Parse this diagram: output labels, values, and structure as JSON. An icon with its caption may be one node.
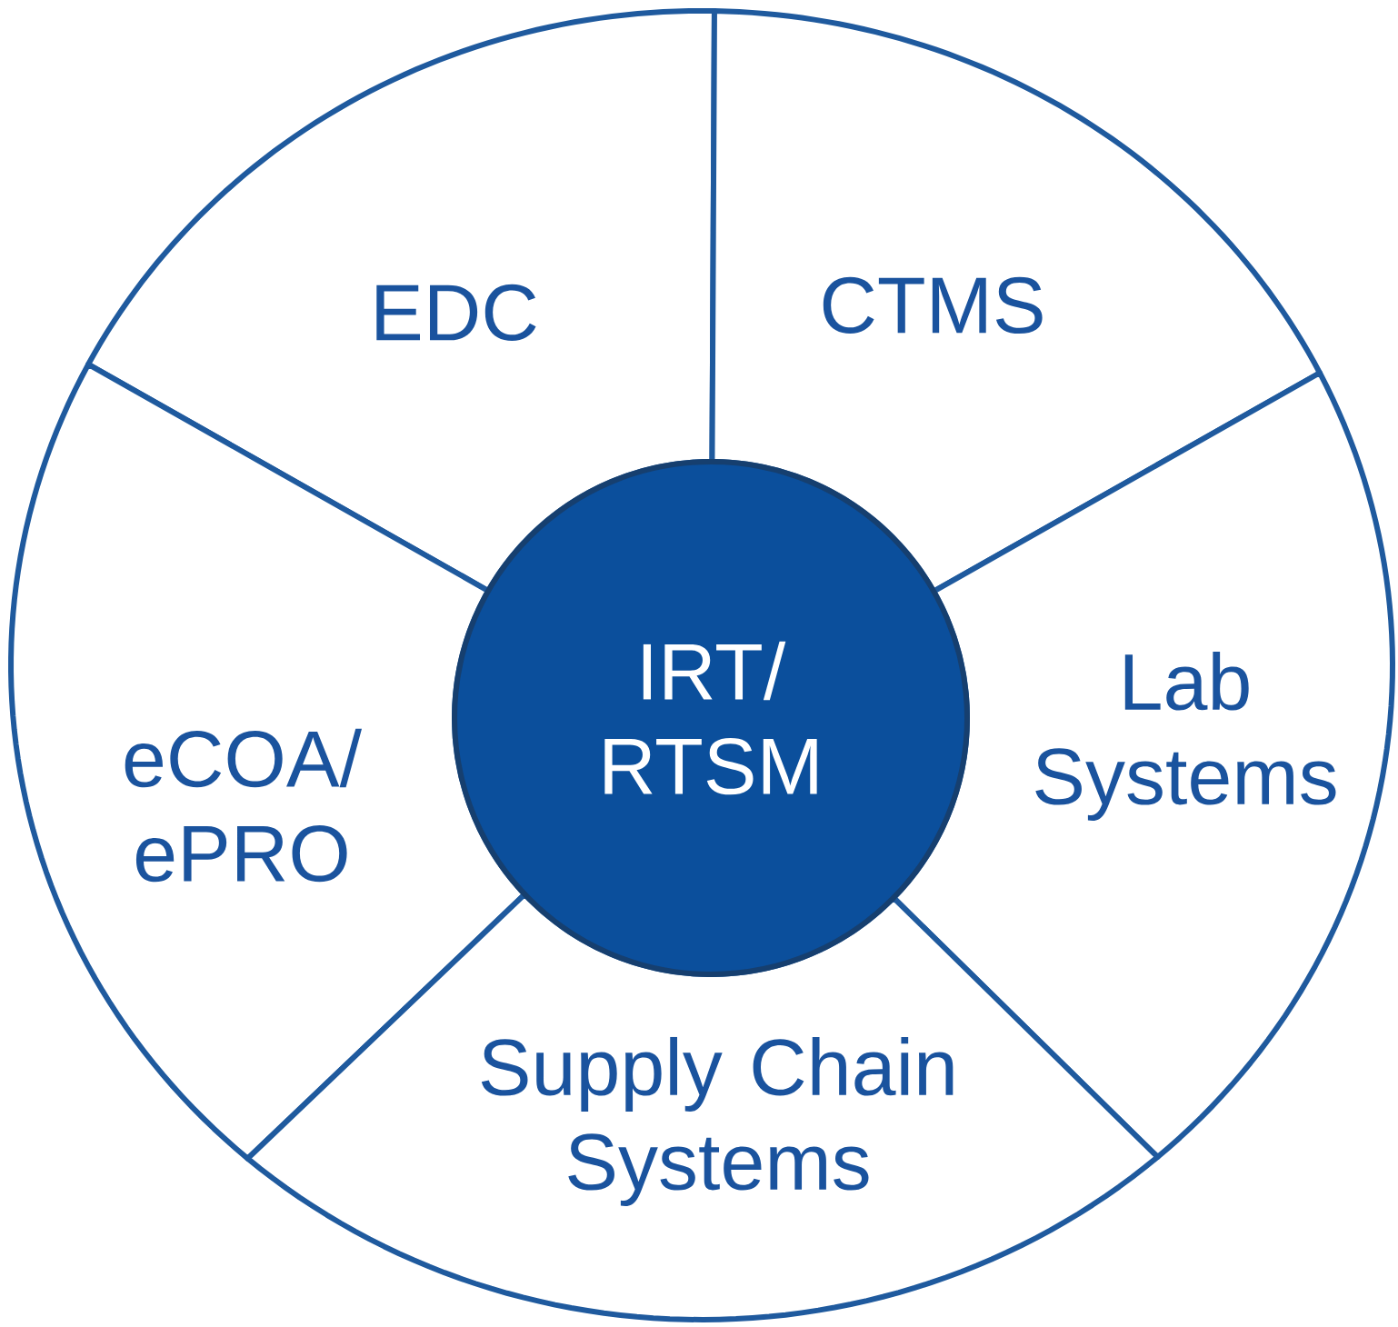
{
  "diagram": {
    "nodes": [
      {
        "text": [
          "EDC"
        ]
      },
      {
        "text": [
          "CTMS"
        ]
      },
      {
        "text": [
          "IRT/ RTSM"
        ]
      },
      {
        "text": [
          "Lab Systems"
        ]
      },
      {
        "text": [
          "eCOA/ ePRO"
        ]
      },
      {
        "text": [
          "Supply Chain Systems"
        ]
      }
    ]
  }
}
